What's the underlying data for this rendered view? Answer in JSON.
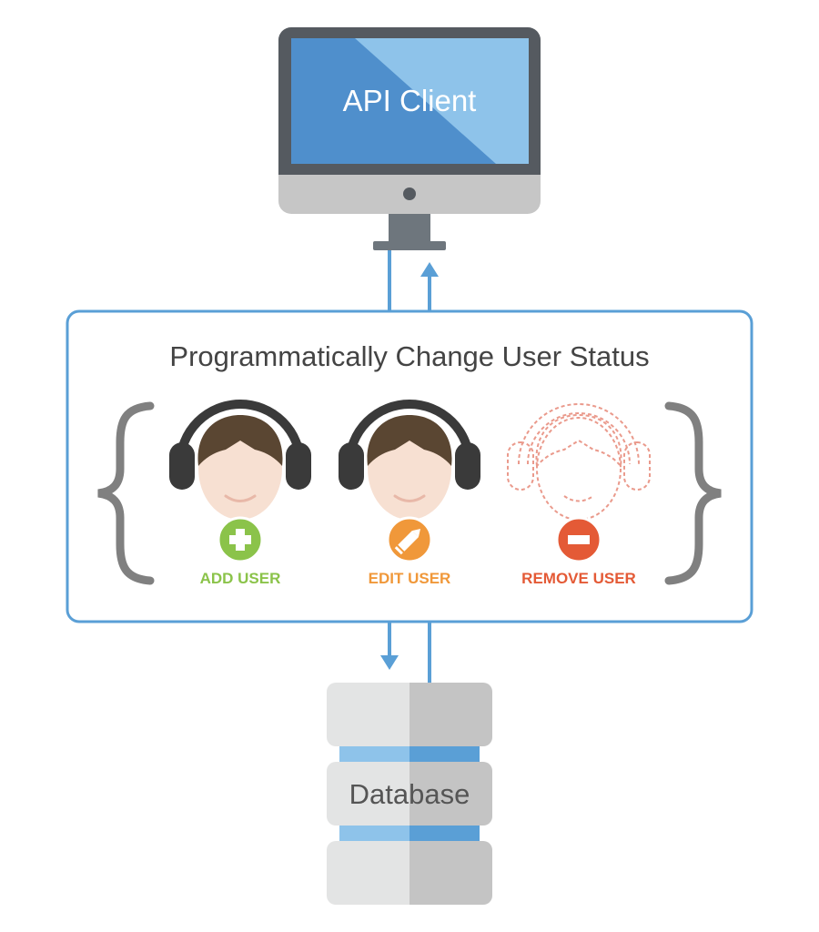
{
  "api_client": {
    "label": "API Client"
  },
  "process": {
    "title": "Programmatically Change User Status",
    "actions": [
      {
        "label": "ADD USER",
        "icon": "plus-icon",
        "color": "#8bc34a",
        "state": "active"
      },
      {
        "label": "EDIT USER",
        "icon": "pencil-icon",
        "color": "#f0983a",
        "state": "active"
      },
      {
        "label": "REMOVE USER",
        "icon": "minus-icon",
        "color": "#e45a36",
        "state": "removed"
      }
    ]
  },
  "database": {
    "label": "Database"
  },
  "colors": {
    "connector": "#5a9fd6",
    "box_border": "#5a9fd6",
    "monitor_frame": "#555a60",
    "screen_dark": "#4f8fcc",
    "screen_light": "#8ec3ea",
    "brace": "#808080",
    "headset": "#3a3a3a",
    "hair": "#5a4632",
    "skin": "#f7e0d2",
    "db_light": "#e3e4e4",
    "db_dark": "#c4c4c4"
  }
}
